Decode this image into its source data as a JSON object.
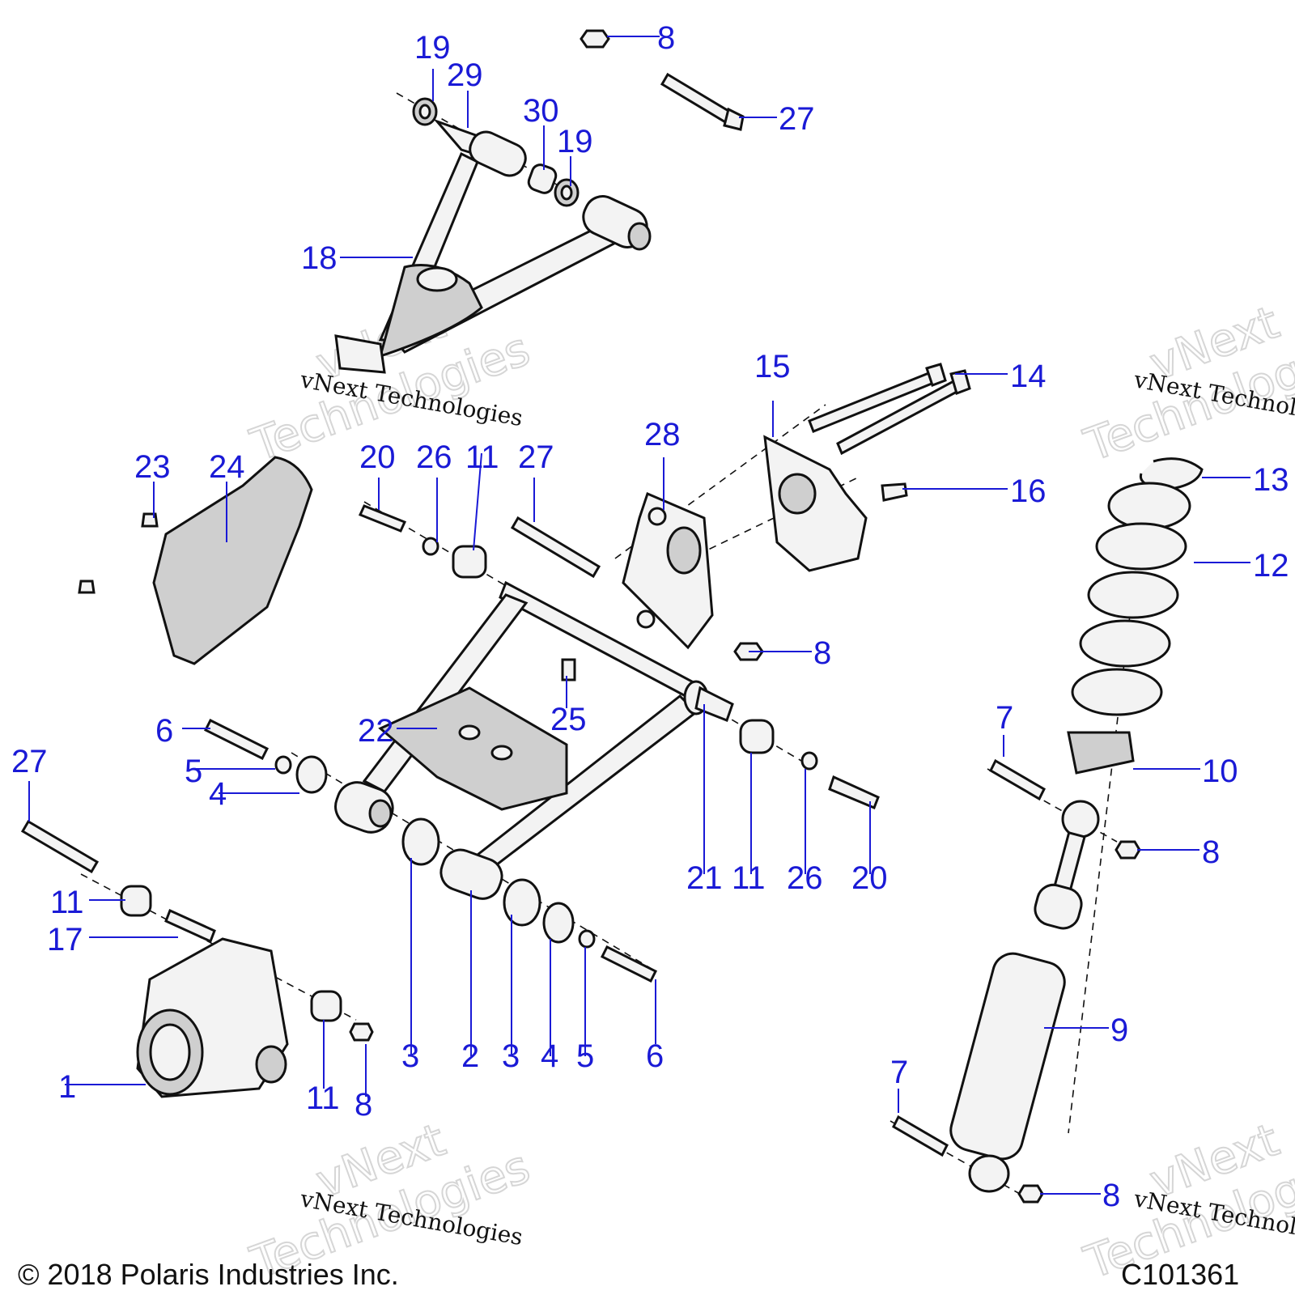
{
  "footer": {
    "copyright": "© 2018 Polaris Industries Inc.",
    "figure_id": "C101361"
  },
  "watermark": {
    "line1": "vNext",
    "line2": "Technologies",
    "caption": "vNext Technologies"
  },
  "callouts": {
    "c1": "1",
    "c2": "2",
    "c3a": "3",
    "c3b": "3",
    "c4a": "4",
    "c4b": "4",
    "c5a": "5",
    "c5b": "5",
    "c6a": "6",
    "c6b": "6",
    "c7a": "7",
    "c7b": "7",
    "c8a": "8",
    "c8b": "8",
    "c8c": "8",
    "c8d": "8",
    "c8e": "8",
    "c9": "9",
    "c10": "10",
    "c11a": "11",
    "c11b": "11",
    "c11c": "11",
    "c11d": "11",
    "c12": "12",
    "c13": "13",
    "c14": "14",
    "c15": "15",
    "c16": "16",
    "c17": "17",
    "c18": "18",
    "c19a": "19",
    "c19b": "19",
    "c20a": "20",
    "c20b": "20",
    "c21": "21",
    "c22": "22",
    "c23": "23",
    "c24": "24",
    "c25": "25",
    "c26a": "26",
    "c26b": "26",
    "c27a": "27",
    "c27b": "27",
    "c27c": "27",
    "c28": "28",
    "c29": "29",
    "c30": "30"
  },
  "colors": {
    "callout": "#1a1ad6",
    "part_outline": "#111111",
    "part_fill": "#f3f3f3",
    "part_shade": "#cfcfcf"
  }
}
